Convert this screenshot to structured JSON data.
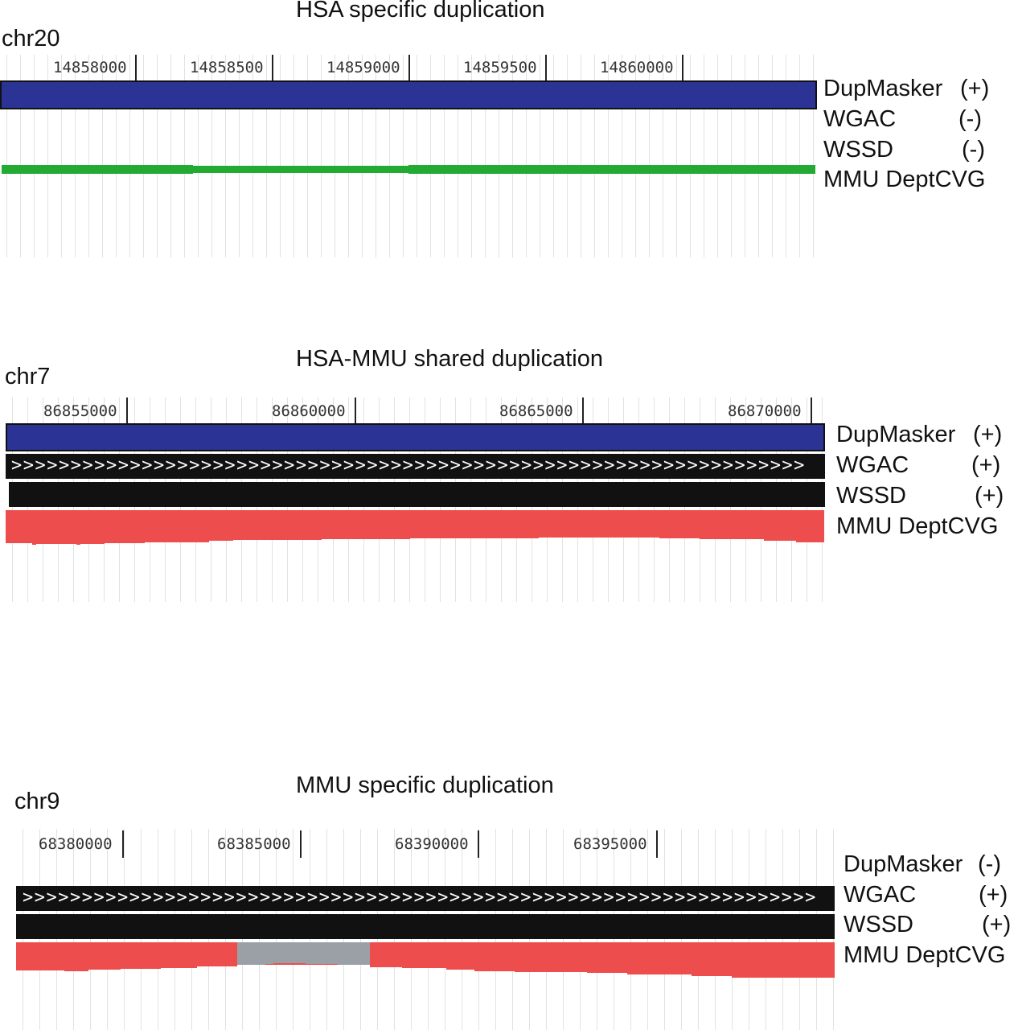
{
  "panels": [
    {
      "title": "HSA specific duplication",
      "chromosome": "chr20",
      "ticks": [
        "14858000",
        "14858500",
        "14859000",
        "14859500",
        "14860000"
      ],
      "tracks": [
        {
          "name": "DupMasker",
          "strand": "(+)"
        },
        {
          "name": "WGAC",
          "strand": "(-)"
        },
        {
          "name": "WSSD",
          "strand": "(-)"
        },
        {
          "name": "MMU DeptCVG",
          "strand": ""
        }
      ],
      "coverage_color": "#22aa33"
    },
    {
      "title": "HSA-MMU shared duplication",
      "chromosome": "chr7",
      "ticks": [
        "86855000",
        "86860000",
        "86865000",
        "86870000"
      ],
      "tracks": [
        {
          "name": "DupMasker",
          "strand": "(+)"
        },
        {
          "name": "WGAC",
          "strand": "(+)"
        },
        {
          "name": "WSSD",
          "strand": "(+)"
        },
        {
          "name": "MMU DeptCVG",
          "strand": ""
        }
      ],
      "coverage_color": "#ee4d4d"
    },
    {
      "title": "MMU specific duplication",
      "chromosome": "chr9",
      "ticks": [
        "68380000",
        "68385000",
        "68390000",
        "68395000"
      ],
      "tracks": [
        {
          "name": "DupMasker",
          "strand": "(-)"
        },
        {
          "name": "WGAC",
          "strand": "(+)"
        },
        {
          "name": "WSSD",
          "strand": "(+)"
        },
        {
          "name": "MMU DeptCVG",
          "strand": ""
        }
      ],
      "coverage_color": "#ee4d4d",
      "gap_color": "#9aa0a6"
    }
  ],
  "colors": {
    "dupmasker": "#2b3394",
    "dup_segment": "#111111"
  }
}
